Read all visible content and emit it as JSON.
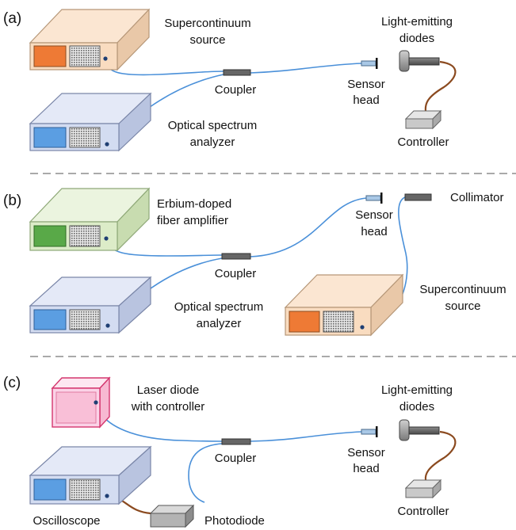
{
  "panels": [
    {
      "tag": "(a)",
      "labels": {
        "supercontinuum_1": "Supercontinuum",
        "supercontinuum_2": "source",
        "osa_1": "Optical spectrum",
        "osa_2": "analyzer",
        "coupler": "Coupler",
        "sensor_1": "Sensor",
        "sensor_2": "head",
        "led_1": "Light-emitting",
        "led_2": "diodes",
        "controller": "Controller"
      }
    },
    {
      "tag": "(b)",
      "labels": {
        "edfa_1": "Erbium-doped",
        "edfa_2": "fiber amplifier",
        "osa_1": "Optical spectrum",
        "osa_2": "analyzer",
        "coupler": "Coupler",
        "sensor_1": "Sensor",
        "sensor_2": "head",
        "collimator": "Collimator",
        "supercontinuum_1": "Supercontinuum",
        "supercontinuum_2": "source"
      }
    },
    {
      "tag": "(c)",
      "labels": {
        "laser_1": "Laser diode",
        "laser_2": "with controller",
        "oscilloscope": "Oscilloscope",
        "photodiode": "Photodiode",
        "coupler": "Coupler",
        "sensor_1": "Sensor",
        "sensor_2": "head",
        "led_1": "Light-emitting",
        "led_2": "diodes",
        "controller": "Controller"
      }
    }
  ],
  "colors": {
    "orange_box": "#f9dcc0",
    "orange_screen": "#ee7a35",
    "blue_box": "#d3dcf1",
    "blue_screen": "#5b9ee2",
    "green_box": "#dcecc8",
    "green_screen": "#59a948",
    "pink_box": "#fbd3e7",
    "fiber": "#4a90d9",
    "cable": "#8b4a1f",
    "divider": "#a9a9a9"
  }
}
